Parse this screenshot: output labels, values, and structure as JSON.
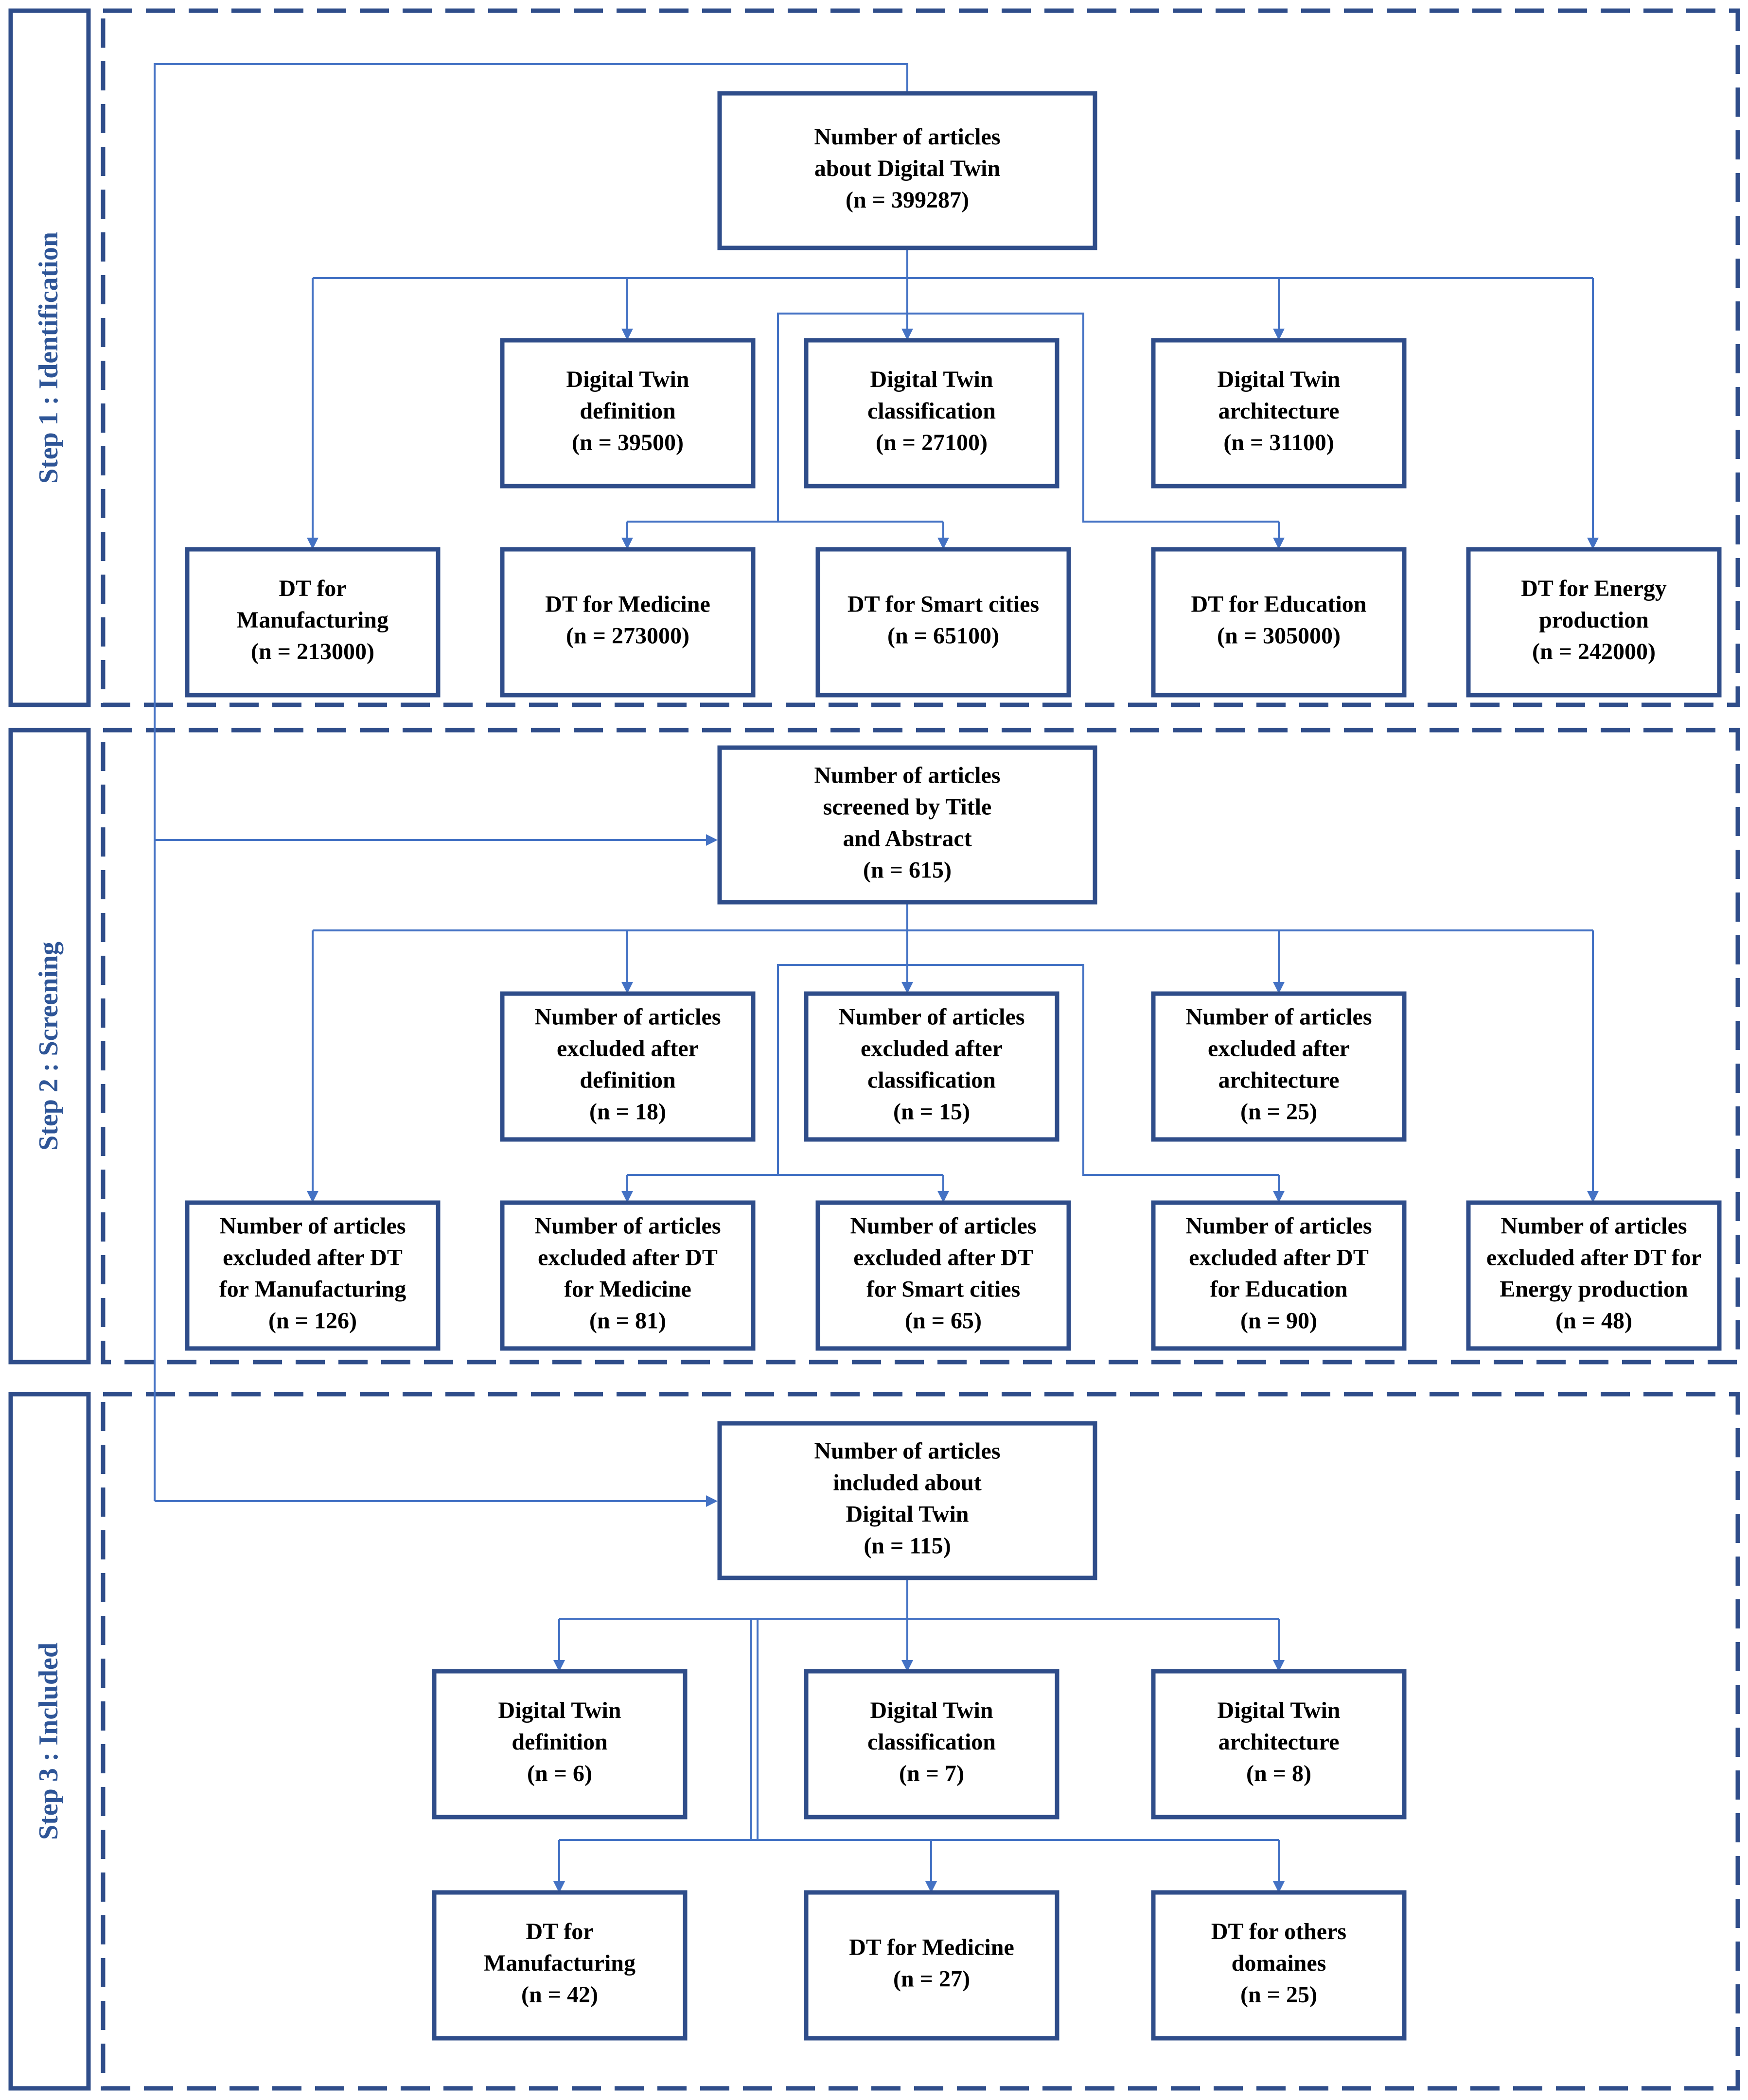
{
  "colors": {
    "frame": "#2F4D8A",
    "box_border": "#2F4D8A",
    "arrow": "#4472C4",
    "step_label": "#2E5597",
    "box_text": "#000000",
    "background": "#FFFFFF"
  },
  "steps": {
    "identification": "Step 1 : Identification",
    "screening": "Step 2 : Screening",
    "included": "Step 3 : Included"
  },
  "boxes": {
    "s1_main": [
      "Number of articles",
      "about Digital Twin",
      "(n = 399287)"
    ],
    "s1_def": [
      "Digital Twin",
      "definition",
      "(n = 39500)"
    ],
    "s1_class": [
      "Digital Twin",
      "classification",
      "(n = 27100)"
    ],
    "s1_arch": [
      "Digital Twin",
      "architecture",
      "(n = 31100)"
    ],
    "s1_manu": [
      "DT for",
      "Manufacturing",
      "(n = 213000)"
    ],
    "s1_med": [
      "DT for Medicine",
      "(n = 273000)"
    ],
    "s1_smart": [
      "DT for Smart cities",
      "(n = 65100)"
    ],
    "s1_edu": [
      "DT for Education",
      "(n = 305000)"
    ],
    "s1_energy": [
      "DT for Energy",
      "production",
      "(n = 242000)"
    ],
    "s2_main": [
      "Number of articles",
      "screened by Title",
      "and Abstract",
      "(n = 615)"
    ],
    "s2_def": [
      "Number of articles",
      "excluded after",
      "definition",
      "(n = 18)"
    ],
    "s2_class": [
      "Number of articles",
      "excluded after",
      "classification",
      "(n = 15)"
    ],
    "s2_arch": [
      "Number of articles",
      "excluded after",
      "architecture",
      "(n = 25)"
    ],
    "s2_manu": [
      "Number of articles",
      "excluded after DT",
      "for Manufacturing",
      "(n = 126)"
    ],
    "s2_med": [
      "Number of articles",
      "excluded after DT",
      "for Medicine",
      "(n = 81)"
    ],
    "s2_smart": [
      "Number of articles",
      "excluded after DT",
      "for Smart cities",
      "(n = 65)"
    ],
    "s2_edu": [
      "Number of articles",
      "excluded after DT",
      "for Education",
      "(n = 90)"
    ],
    "s2_energy": [
      "Number of articles",
      "excluded after DT for",
      "Energy production",
      "(n = 48)"
    ],
    "s3_main": [
      "Number of articles",
      "included about",
      "Digital Twin",
      "(n = 115)"
    ],
    "s3_def": [
      "Digital Twin",
      "definition",
      "(n = 6)"
    ],
    "s3_class": [
      "Digital Twin",
      "classification",
      "(n = 7)"
    ],
    "s3_arch": [
      "Digital Twin",
      "architecture",
      "(n = 8)"
    ],
    "s3_manu": [
      "DT for",
      "Manufacturing",
      "(n = 42)"
    ],
    "s3_med": [
      "DT for Medicine",
      "(n = 27)"
    ],
    "s3_others": [
      "DT for others",
      "domaines",
      "(n = 25)"
    ]
  }
}
